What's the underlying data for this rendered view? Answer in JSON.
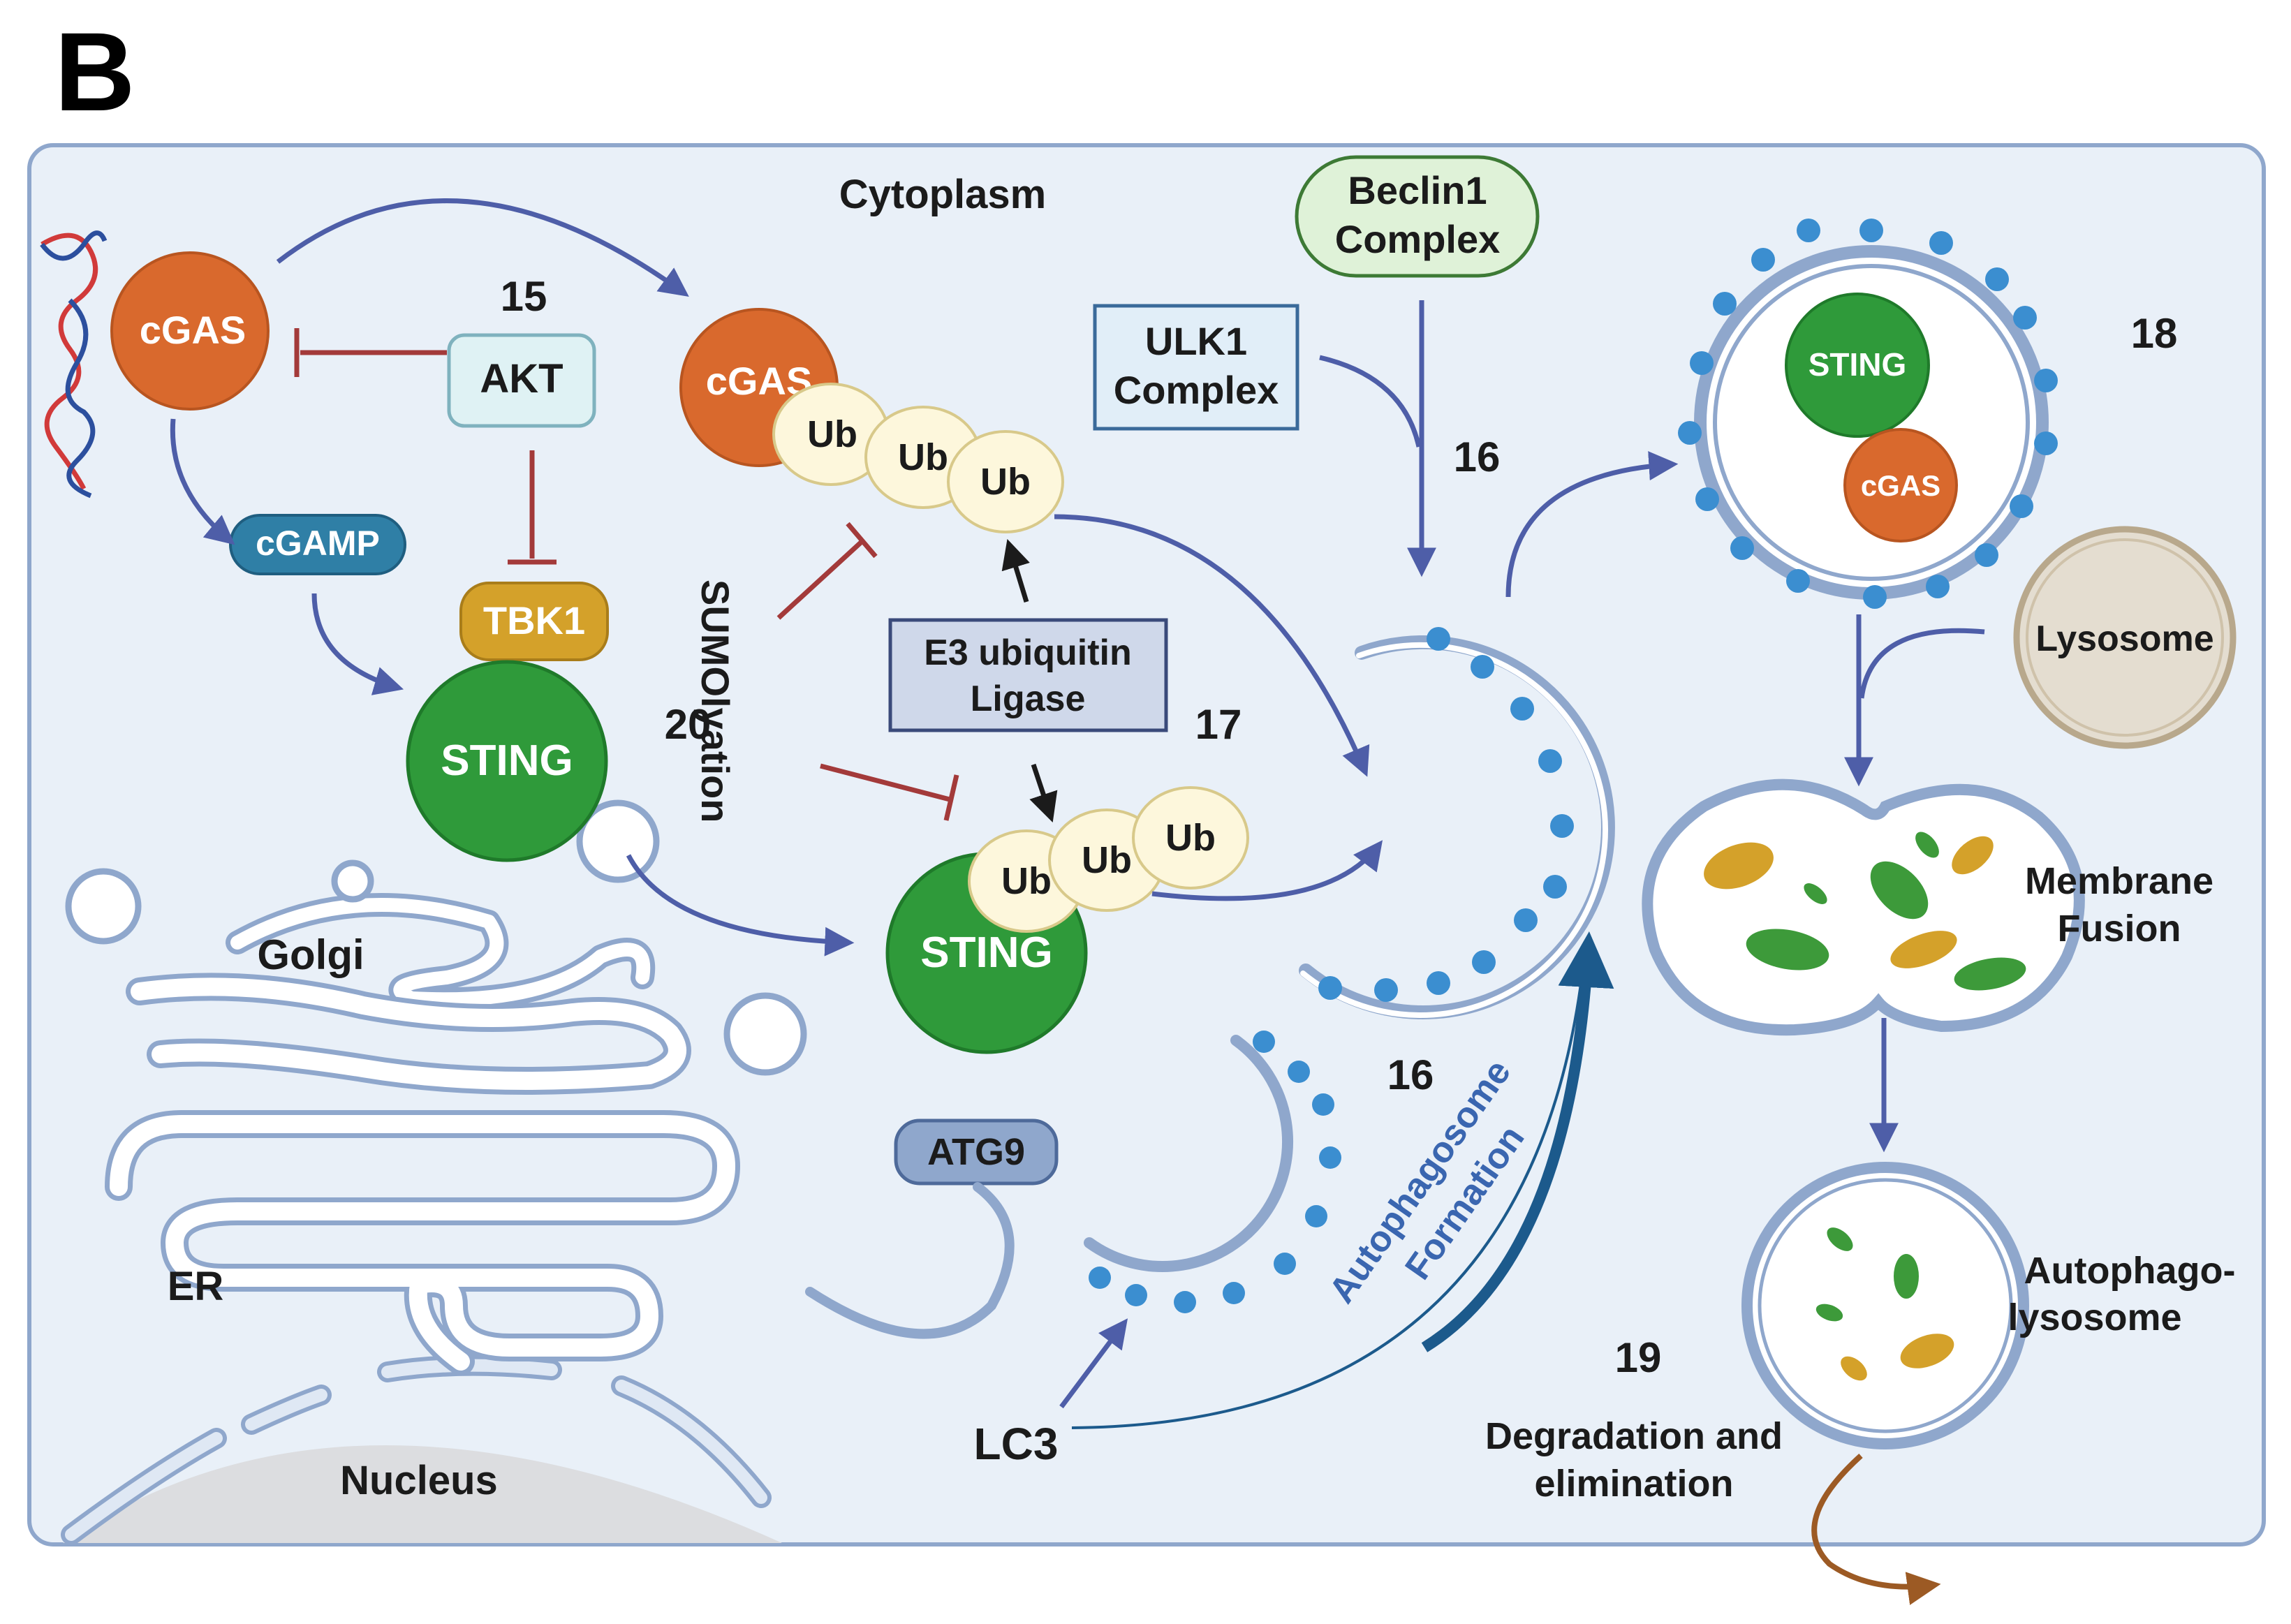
{
  "panel_label": "B",
  "labels": {
    "cytoplasm": "Cytoplasm",
    "golgi": "Golgi",
    "er": "ER",
    "nucleus": "Nucleus",
    "cgas_left": "cGAS",
    "cgamp": "cGAMP",
    "akt": "AKT",
    "tbk1": "TBK1",
    "sting_left": "STING",
    "cgas_ub": "cGAS",
    "sting_ub": "STING",
    "ub": "Ub",
    "e3_line1": "E3 ubiquitin",
    "e3_line2": "Ligase",
    "sumoylation": "SUMOlyation",
    "ulk1_line1": "ULK1",
    "ulk1_line2": "Complex",
    "beclin_line1": "Beclin1",
    "beclin_line2": "Complex",
    "atg9": "ATG9",
    "lc3": "LC3",
    "autophagosome_line1": "Autophagosome",
    "autophagosome_line2": "Formation",
    "sting_vesicle": "STING",
    "cgas_vesicle": "cGAS",
    "lysosome": "Lysosome",
    "membrane_line1": "Membrane",
    "membrane_line2": "Fusion",
    "autolyso_line1": "Autophago-",
    "autolyso_line2": "lysosome",
    "degradation_line1": "Degradation and",
    "degradation_line2": "elimination"
  },
  "numbers": {
    "n15": "15",
    "n16a": "16",
    "n16b": "16",
    "n17": "17",
    "n18": "18",
    "n19": "19",
    "n20": "20"
  },
  "colors": {
    "cytoplasm_bg": "#e9f0f8",
    "cell_border": "#8fa7cc",
    "cgas": "#d9692d",
    "sting": "#2f9a3a",
    "tbk1": "#d4a12a",
    "cgamp": "#2f7fa6",
    "akt_fill": "#dff2f4",
    "ub_fill": "#fdf7dc",
    "inhibit": "#a33a3a",
    "arrow": "#4e5ea8",
    "dot": "#3b8ed0",
    "lysosome_fill": "#e4ddd0",
    "beclin_fill": "#dff2d8",
    "ulk1_fill": "#e1eef8",
    "e3_fill": "#cfd8ea",
    "degrade_arrow": "#9c5a24"
  }
}
